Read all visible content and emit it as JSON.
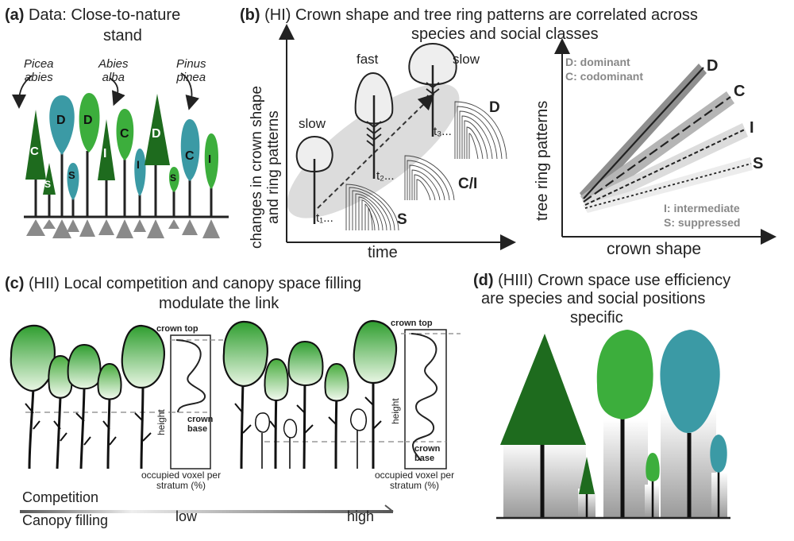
{
  "panel_a": {
    "letter": "(a)",
    "title_line1": "Data: Close-to-nature",
    "title_line2": "stand",
    "species": [
      {
        "line1": "Picea",
        "line2": "abies"
      },
      {
        "line1": "Abies",
        "line2": "alba"
      },
      {
        "line1": "Pinus",
        "line2": "pinea"
      }
    ],
    "tree_labels": [
      "C",
      "S",
      "D",
      "S",
      "D",
      "I",
      "C",
      "I",
      "D",
      "S",
      "C",
      "I"
    ]
  },
  "panel_b": {
    "letter": "(b)",
    "title_line1": "(HI) Crown shape and tree ring patterns are correlated across",
    "title_line2": "species and social classes",
    "left_ylabel_line1": "changes in crown shape",
    "left_ylabel_line2": "and ring patterns",
    "left_xlabel": "time",
    "growth_labels": [
      "slow",
      "fast",
      "slow"
    ],
    "time_labels": [
      "t₁...",
      "t₂...",
      "t₃..."
    ],
    "ring_labels": [
      "S",
      "C/I",
      "D"
    ],
    "right_ylabel": "tree ring patterns",
    "right_xlabel": "crown shape",
    "legend_top": [
      "D: dominant",
      "C: codominant"
    ],
    "legend_bottom": [
      "I: intermediate",
      "S: suppressed"
    ],
    "line_labels": [
      "D",
      "C",
      "I",
      "S"
    ]
  },
  "panel_c": {
    "letter": "(c)",
    "title_line1": "(HII) Local competition and canopy space filling",
    "title_line2": "modulate the link",
    "crown_top": "crown top",
    "crown_base_line1": "crown",
    "crown_base_line2": "base",
    "height": "height",
    "xlabel_line1": "occupied voxel per",
    "xlabel_line2": "stratum (%)",
    "competition": "Competition",
    "canopy_filling": "Canopy filling",
    "low": "low",
    "high": "high"
  },
  "panel_d": {
    "letter": "(d)",
    "title_line1": "(HIII) Crown space use efficiency",
    "title_line2": "are species and social positions",
    "title_line3": "specific"
  },
  "colors": {
    "dark_green": "#1e6b1e",
    "mid_green": "#3cae3c",
    "light_green": "#6cc44a",
    "teal": "#3b9aa5",
    "gray": "#888888"
  }
}
